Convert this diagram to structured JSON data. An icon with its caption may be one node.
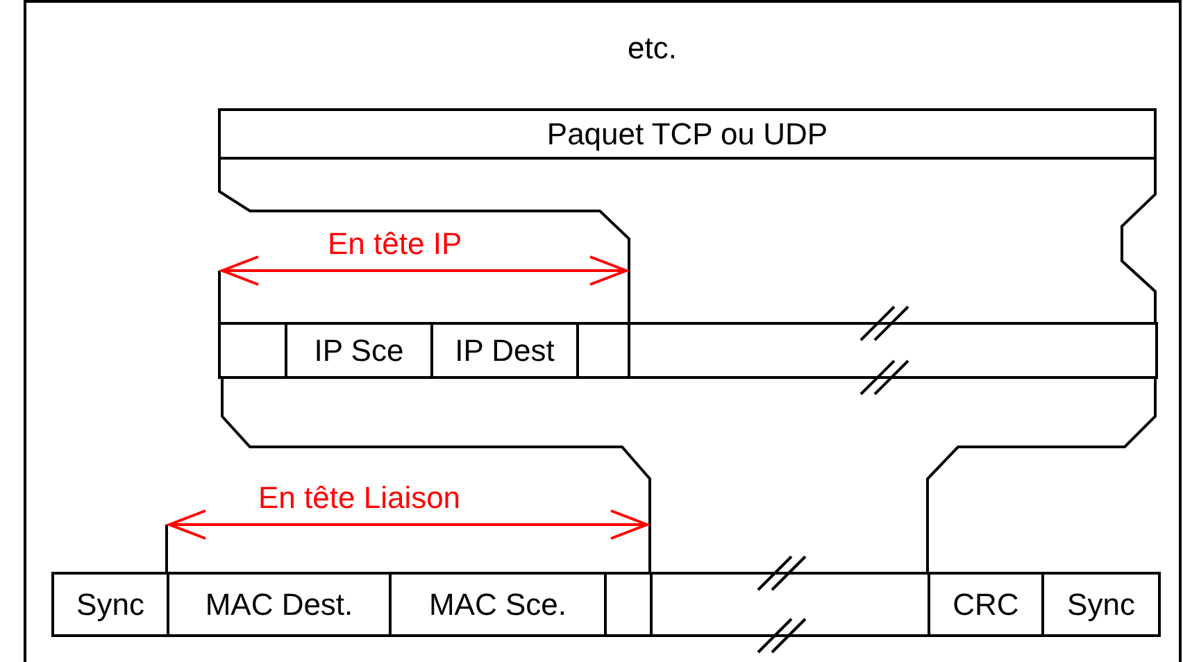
{
  "diagram": {
    "nodes": [
      {
        "text": [
          "Paquet TCP ou UDP"
        ]
      },
      {
        "text": [],
        "shape": "box"
      },
      {
        "text": [
          "IP Sce"
        ]
      },
      {
        "text": [
          "IP Dest"
        ]
      },
      {
        "text": [],
        "shape": "box"
      },
      {
        "text": [],
        "shape": "box"
      },
      {
        "text": [
          "Sync"
        ]
      },
      {
        "text": [
          "MAC Dest."
        ]
      },
      {
        "text": [
          "MAC Sce."
        ]
      },
      {
        "text": [],
        "shape": "box"
      },
      {
        "text": [],
        "shape": "box"
      },
      {
        "text": [
          "CRC"
        ]
      },
      {
        "text": [
          "Sync"
        ]
      }
    ],
    "labels": [
      "etc.",
      "En tête IP",
      "En tête Liaison"
    ]
  }
}
